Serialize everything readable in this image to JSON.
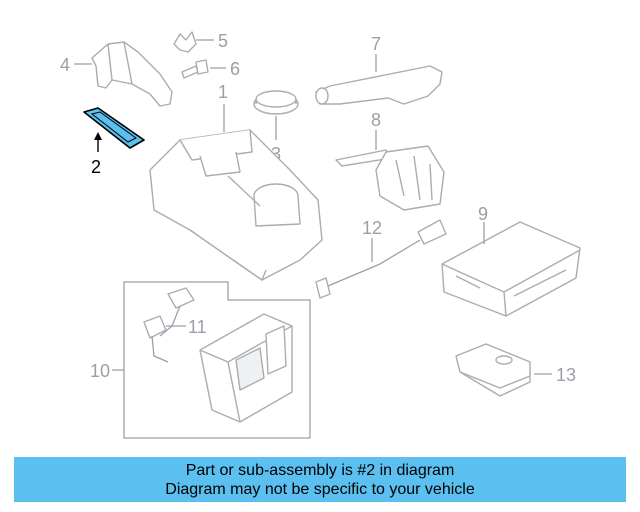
{
  "callouts": {
    "c1": "1",
    "c2": "2",
    "c3": "3",
    "c4": "4",
    "c5": "5",
    "c6": "6",
    "c7": "7",
    "c8": "8",
    "c9": "9",
    "c10": "10",
    "c11": "11",
    "c12": "12",
    "c13": "13"
  },
  "highlight": {
    "part": "2",
    "color": "#5bc0f0"
  },
  "banner": {
    "line1": "Part or sub-assembly is #2 in diagram",
    "line2": "Diagram may not be specific to your vehicle",
    "background": "#5bc0f0"
  }
}
